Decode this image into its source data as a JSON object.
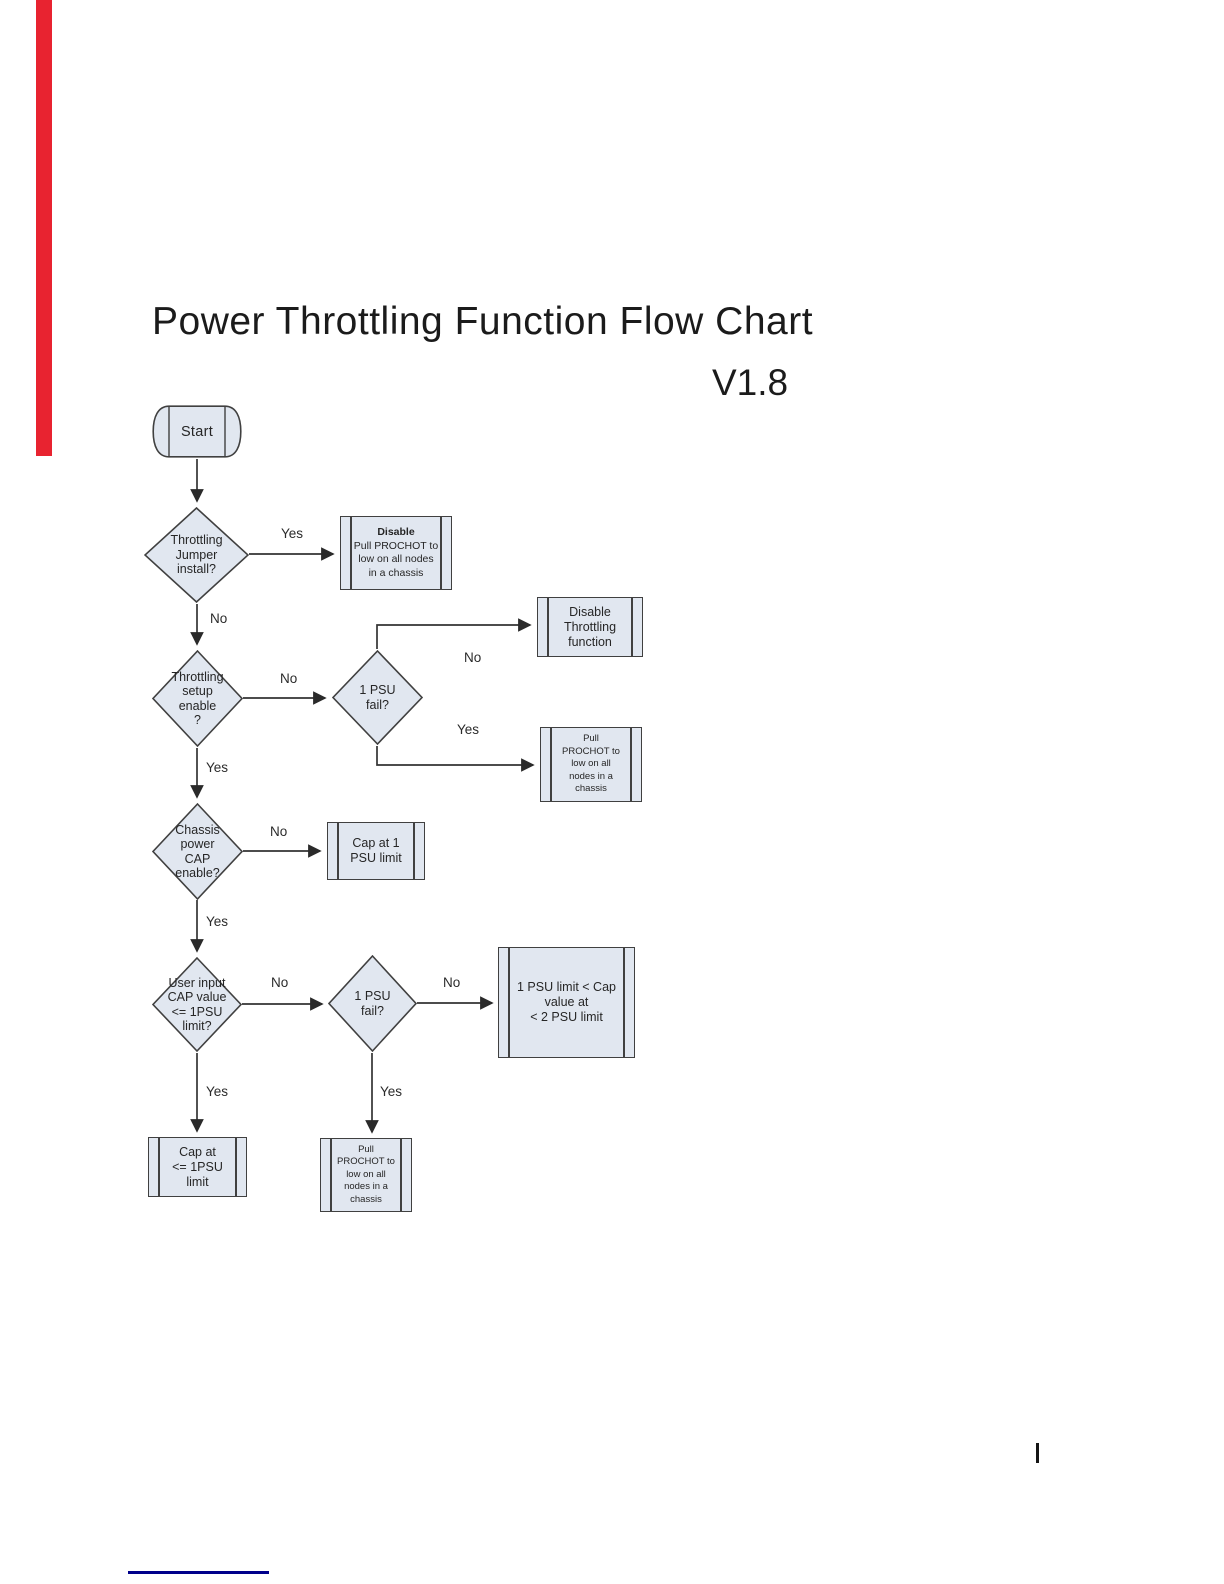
{
  "page": {
    "title": "Power Throttling Function Flow Chart",
    "version": "V1.8"
  },
  "nodes": {
    "start": {
      "label": "Start"
    },
    "throttling_jumper": {
      "label": "Throttling\nJumper\ninstall?"
    },
    "disable_pull_prochot": {
      "title": "Disable",
      "body": "Pull PROCHOT to\nlow on all nodes\nin a chassis"
    },
    "throttling_setup": {
      "label": "Throttling\nsetup\nenable\n?"
    },
    "psu_fail_top": {
      "label": "1 PSU\nfail?"
    },
    "disable_throttling": {
      "label": "Disable\nThrottling\nfunction"
    },
    "pull_prochot_mid": {
      "label": "Pull\nPROCHOT to\nlow on all\nnodes in a\nchassis"
    },
    "chassis_power_cap": {
      "label": "Chassis\npower\nCAP\nenable?"
    },
    "cap_at_1_psu": {
      "label": "Cap at 1\nPSU limit"
    },
    "user_input_cap": {
      "label": "User input\nCAP value\n<= 1PSU\nlimit?"
    },
    "psu_fail_bottom": {
      "label": "1 PSU\nfail?"
    },
    "psu_limit_range": {
      "label": "1 PSU limit < Cap\nvalue at\n< 2 PSU limit"
    },
    "cap_at_le_1psu": {
      "label": "Cap at\n<= 1PSU\nlimit"
    },
    "pull_prochot_bottom": {
      "label": "Pull\nPROCHOT to\nlow on all\nnodes in a\nchassis"
    }
  },
  "edges": {
    "jumper_yes": "Yes",
    "jumper_no": "No",
    "setup_no": "No",
    "setup_yes": "Yes",
    "psu_top_no": "No",
    "psu_top_yes": "Yes",
    "cap_no": "No",
    "cap_yes": "Yes",
    "user_no": "No",
    "user_yes": "Yes",
    "psu_bottom_no": "No",
    "psu_bottom_yes": "Yes"
  },
  "colors": {
    "node_fill": "#e1e7f0",
    "node_border": "#404040",
    "connector": "#333333",
    "margin_bar": "#e82330",
    "footnote_rule": "#00008b"
  }
}
